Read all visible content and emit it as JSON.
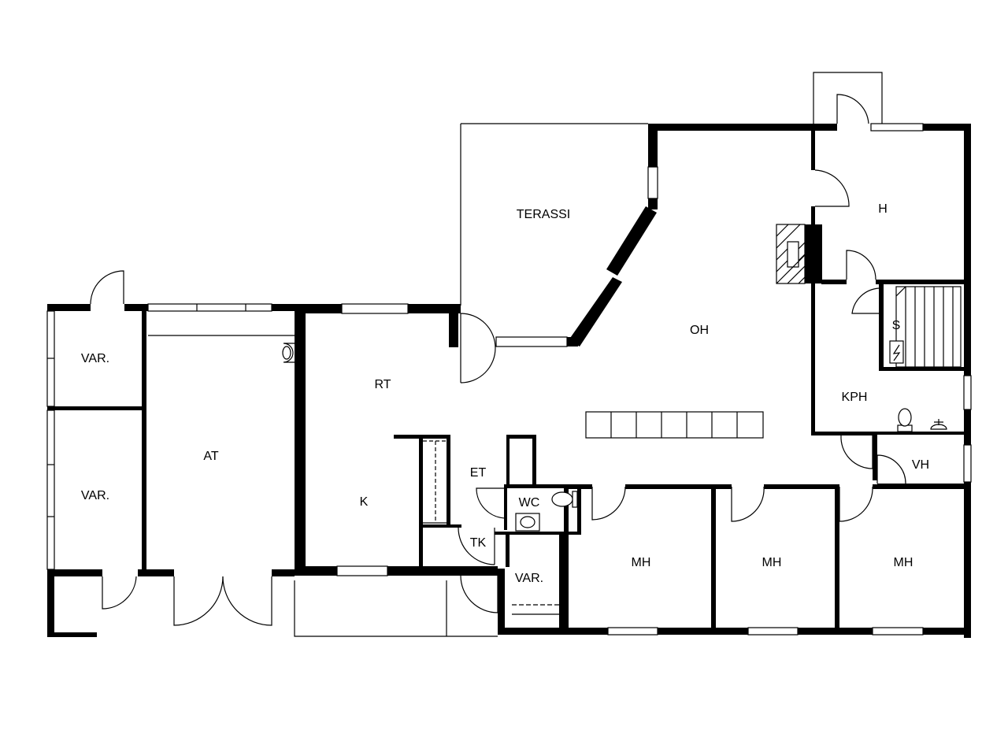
{
  "rooms": {
    "terassi": "TERASSI",
    "oh": "OH",
    "h": "H",
    "s": "S",
    "kph": "KPH",
    "vh": "VH",
    "rt": "RT",
    "k": "K",
    "et": "ET",
    "wc": "WC",
    "tk": "TK",
    "var_small": "VAR.",
    "var_top": "VAR.",
    "var_bottom": "VAR.",
    "at": "AT",
    "mh1": "MH",
    "mh2": "MH",
    "mh3": "MH"
  }
}
